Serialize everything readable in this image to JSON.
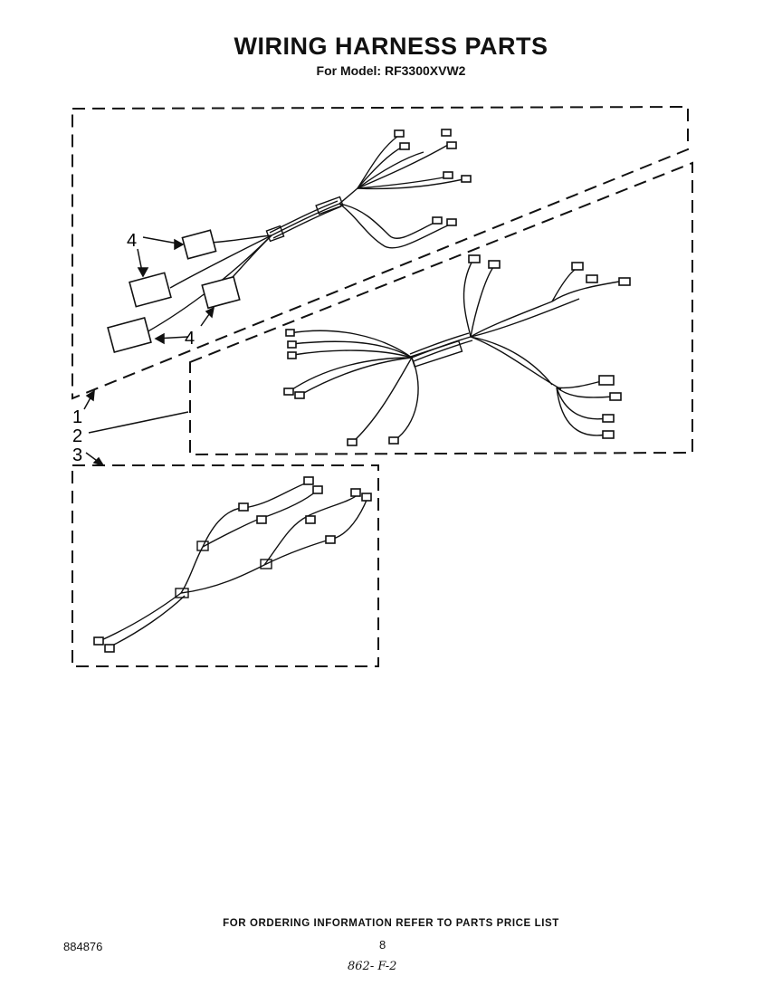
{
  "header": {
    "title": "WIRING HARNESS PARTS",
    "model": "For Model: RF3300XVW2"
  },
  "diagram": {
    "callouts": [
      "1",
      "2",
      "3",
      "4",
      "4"
    ]
  },
  "footer": {
    "note": "FOR ORDERING INFORMATION REFER TO PARTS PRICE LIST",
    "doc_number": "884876",
    "page": "8",
    "handwritten": "862- F-2"
  }
}
